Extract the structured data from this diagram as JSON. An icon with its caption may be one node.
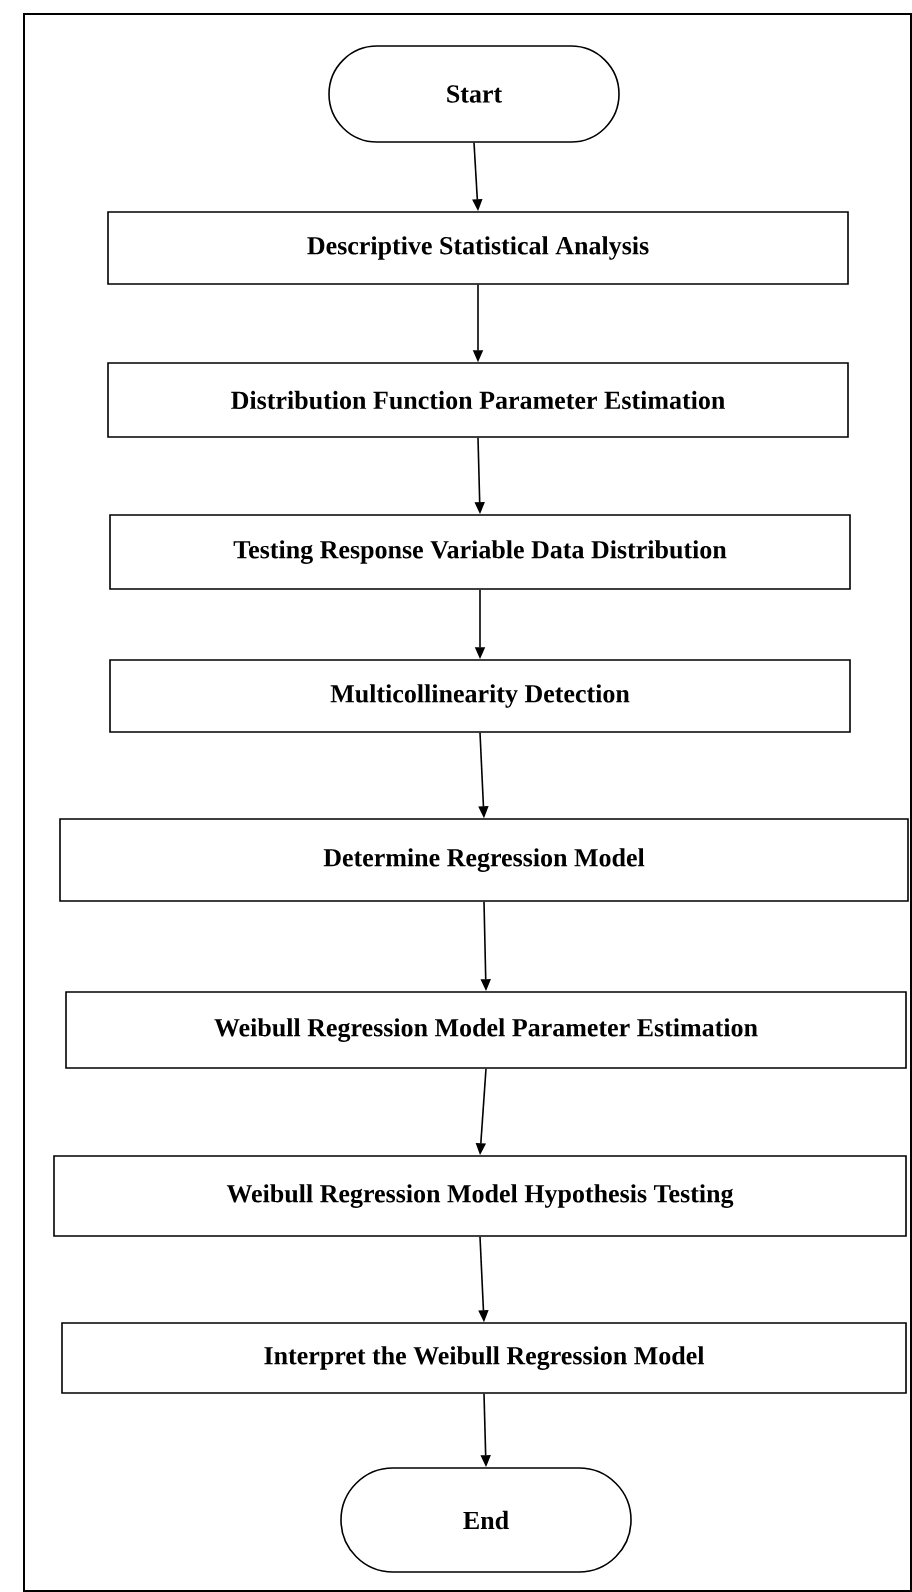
{
  "diagram": {
    "nodes": [
      {
        "text": [
          "Start"
        ]
      },
      {
        "text": [
          "Descriptive Statistical Analysis"
        ]
      },
      {
        "text": [
          "Distribution Function Parameter Estimation"
        ]
      },
      {
        "text": [
          "Testing Response Variable Data Distribution"
        ]
      },
      {
        "text": [
          "Multicollinearity Detection"
        ]
      },
      {
        "text": [
          "Determine Regression Model"
        ]
      },
      {
        "text": [
          "Weibull Regression Model Parameter Estimation"
        ]
      },
      {
        "text": [
          "Weibull Regression Model Hypothesis Testing"
        ]
      },
      {
        "text": [
          "Interpret the Weibull Regression Model"
        ]
      },
      {
        "text": [
          "End"
        ]
      }
    ],
    "edges": [
      {
        "from": 0,
        "to": 1,
        "arrow": "to"
      },
      {
        "from": 1,
        "to": 2,
        "arrow": "to"
      },
      {
        "from": 2,
        "to": 3,
        "arrow": "to"
      },
      {
        "from": 3,
        "to": 4,
        "arrow": "to"
      },
      {
        "from": 4,
        "to": 5,
        "arrow": "to"
      },
      {
        "from": 5,
        "to": 6,
        "arrow": "to"
      },
      {
        "from": 6,
        "to": 7,
        "arrow": "to"
      },
      {
        "from": 7,
        "to": 8,
        "arrow": "to"
      },
      {
        "from": 8,
        "to": 9,
        "arrow": "to"
      }
    ]
  }
}
